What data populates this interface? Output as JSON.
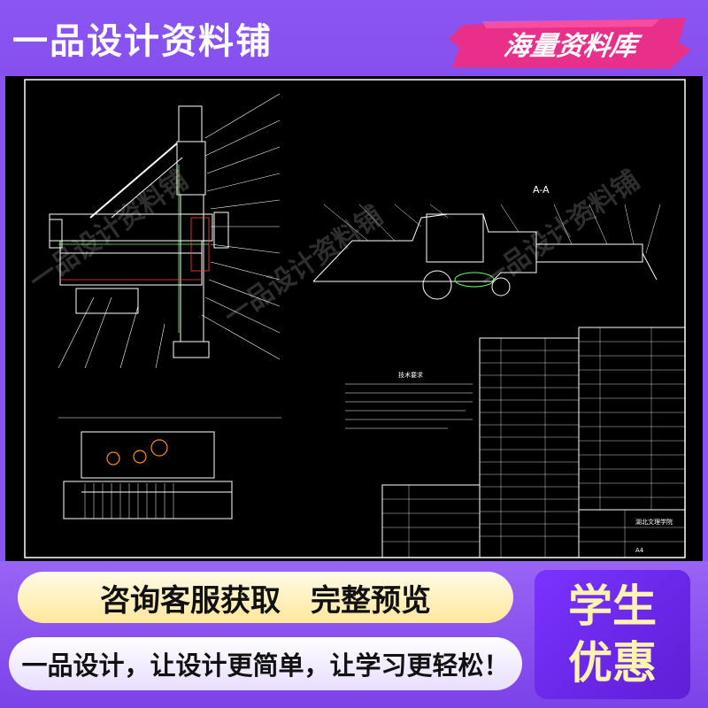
{
  "header": {
    "brand_title": "一品设计资料铺",
    "ribbon_text": "海量资料库"
  },
  "watermark": {
    "text": "一品设计资料铺"
  },
  "drawing": {
    "section_label": "A-A",
    "notes_title": "技术要求",
    "sheet_size": "A4",
    "title_block_school": "湖北文理学院"
  },
  "footer": {
    "cta_left": "咨询客服获取",
    "cta_right": "完整预览",
    "slogan": "一品设计，让设计更简单，让学习更轻松！",
    "badge_line1": "学生",
    "badge_line2": "优惠"
  },
  "colors": {
    "background": "#8a52f0",
    "drawing_bg": "#000000",
    "cta_pill": "#ffe79a",
    "badge": "#6a28e8",
    "ribbon": "#e8308a"
  }
}
